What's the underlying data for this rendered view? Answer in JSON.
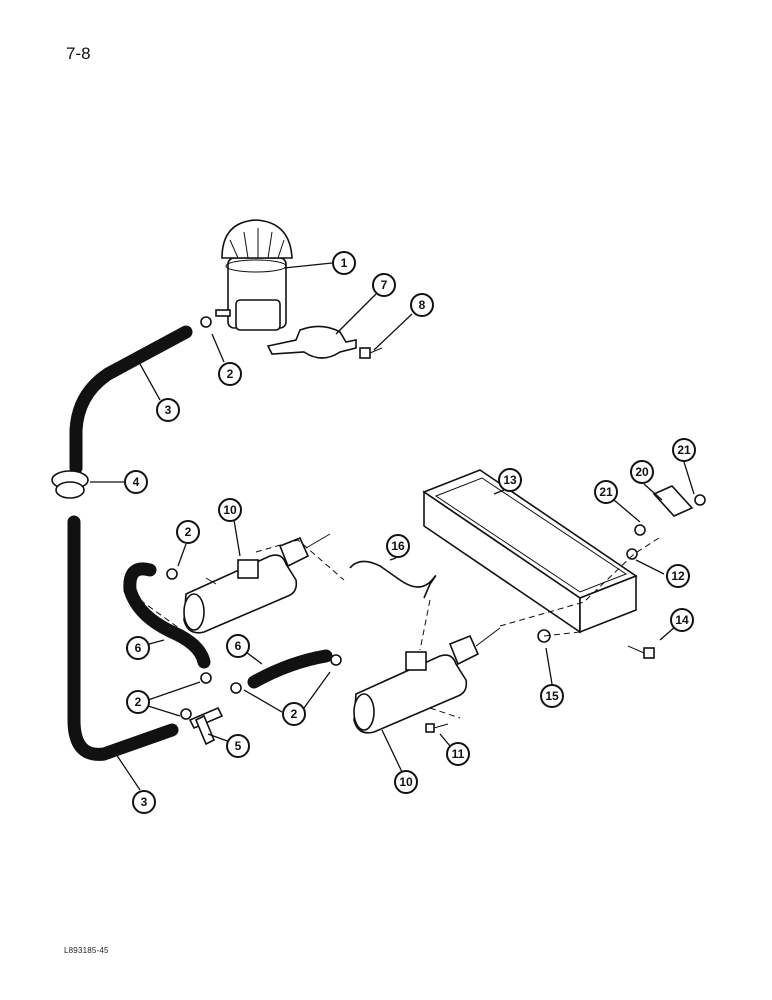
{
  "page": {
    "number": "7-8",
    "doc_code": "L893185-45"
  },
  "callouts": [
    "1",
    "7",
    "8",
    "2",
    "3",
    "4",
    "10",
    "2",
    "16",
    "13",
    "20",
    "21",
    "21",
    "12",
    "6",
    "6",
    "2",
    "2",
    "5",
    "14",
    "15",
    "11",
    "10",
    "3",
    "2"
  ],
  "colors": {
    "ink": "#111111",
    "background": "#ffffff"
  }
}
